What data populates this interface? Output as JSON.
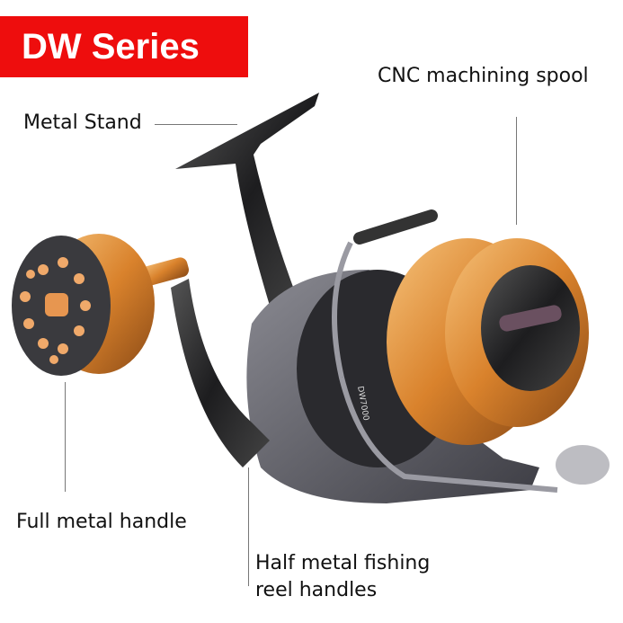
{
  "badge": {
    "title": "DW Series",
    "color": "#ee0d0d"
  },
  "callouts": {
    "metal_stand": "Metal Stand",
    "spool": "CNC machining spool",
    "handle": "Full metal handle",
    "reel_handles_line1": "Half metal fishing",
    "reel_handles_line2": "reel handles"
  },
  "product": {
    "model_label": "DW7000"
  }
}
